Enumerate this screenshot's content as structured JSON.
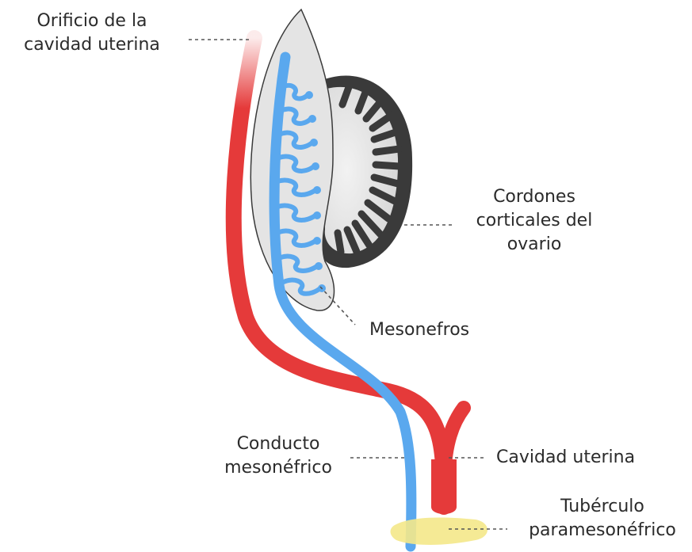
{
  "labels": {
    "orificio_line1": "Orificio de la",
    "orificio_line2": "cavidad uterina",
    "cordones_line1": "Cordones",
    "cordones_line2": "corticales del",
    "cordones_line3": "ovario",
    "mesonefros": "Mesonefros",
    "conducto_line1": "Conducto",
    "conducto_line2": "mesonéfrico",
    "cavidad_uterina": "Cavidad uterina",
    "tuberculo_line1": "Tubérculo",
    "tuberculo_line2": "paramesonéfrico"
  },
  "colors": {
    "paramesonephric_duct": "#e53a3a",
    "mesonephric_duct": "#5aa8ee",
    "ovary_cortex": "#3a3a3a",
    "mesonephros_body": "#e4e4e4",
    "tubercle": "#f4e88a",
    "leader_line": "#555555"
  }
}
